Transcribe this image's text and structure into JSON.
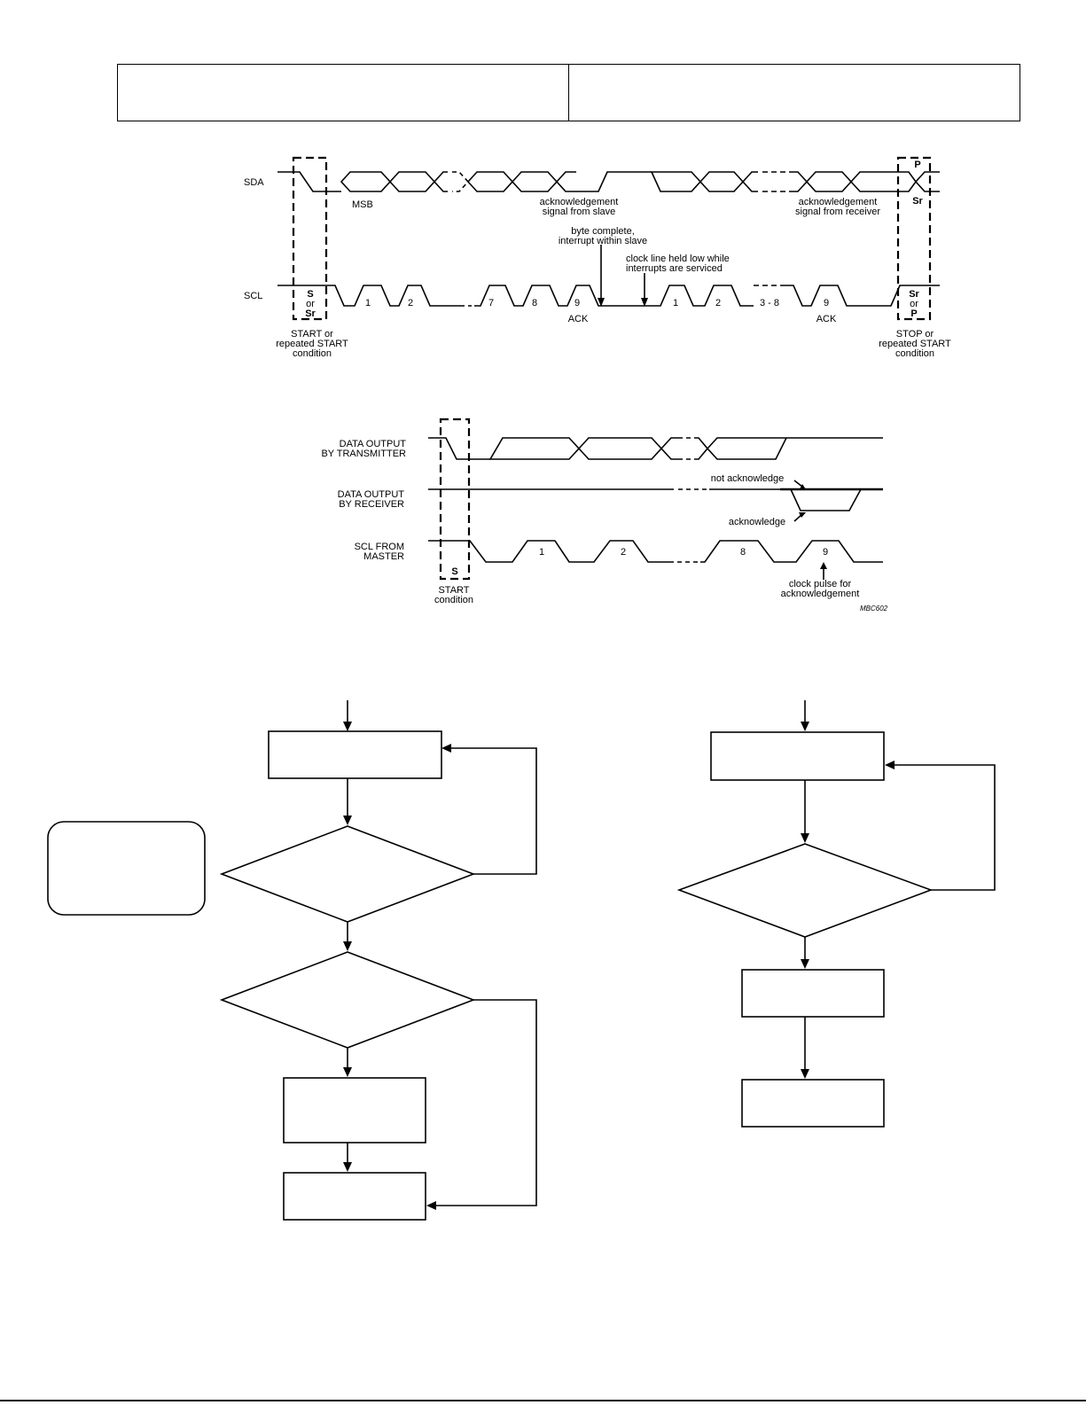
{
  "header": {
    "left_cell": "",
    "right_cell": ""
  },
  "fig1": {
    "sda": "SDA",
    "scl": "SCL",
    "msb": "MSB",
    "ack_slave": [
      "acknowledgement",
      "signal from slave"
    ],
    "ack_receiver": [
      "acknowledgement",
      "signal from receiver"
    ],
    "byte_complete": [
      "byte complete,",
      "interrupt within slave"
    ],
    "clock_held": [
      "clock line held low while",
      "interrupts are serviced"
    ],
    "start_box": [
      "S",
      "or",
      "Sr"
    ],
    "stop_box_top": [
      "P",
      "Sr"
    ],
    "stop_box_bottom": [
      "Sr",
      "or",
      "P"
    ],
    "pulses": [
      "1",
      "2",
      "7",
      "8",
      "9",
      "1",
      "2",
      "3 - 8",
      "9"
    ],
    "ack": [
      "ACK",
      "ACK"
    ],
    "start_label": [
      "START or",
      "repeated START",
      "condition"
    ],
    "stop_label": [
      "STOP or",
      "repeated START",
      "condition"
    ]
  },
  "fig2": {
    "tx": [
      "DATA OUTPUT",
      "BY TRANSMITTER"
    ],
    "rx": [
      "DATA OUTPUT",
      "BY RECEIVER"
    ],
    "scl": [
      "SCL FROM",
      "MASTER"
    ],
    "not_ack": "not acknowledge",
    "ack": "acknowledge",
    "s": "S",
    "start_label": [
      "START",
      "condition"
    ],
    "pulses": [
      "1",
      "2",
      "8",
      "9"
    ],
    "clock_pulse": [
      "clock pulse for",
      "acknowledgement"
    ],
    "code": "MBC602"
  }
}
